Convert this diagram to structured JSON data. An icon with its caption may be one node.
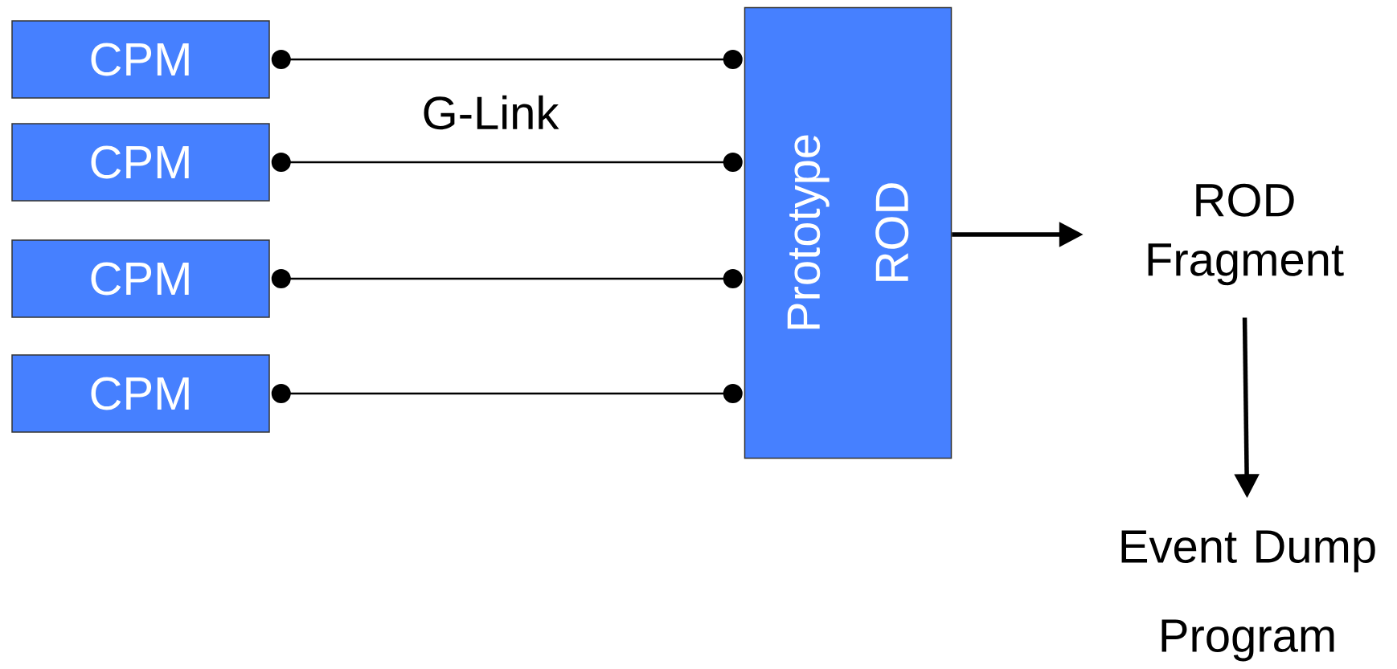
{
  "diagram": {
    "nodes": [
      {
        "text": [
          "CPM"
        ]
      },
      {
        "text": [
          "CPM"
        ]
      },
      {
        "text": [
          "CPM"
        ]
      },
      {
        "text": [
          "CPM"
        ]
      },
      {
        "text": [
          "Prototype ROD"
        ]
      },
      {
        "text": [
          "ROD Fragment"
        ]
      },
      {
        "text": [
          "Event Dump Program"
        ]
      }
    ],
    "edges": [
      {
        "from": 0,
        "to": 4,
        "arrow": "other"
      },
      {
        "from": 1,
        "to": 4,
        "arrow": "other"
      },
      {
        "from": 2,
        "to": 4,
        "arrow": "other"
      },
      {
        "from": 3,
        "to": 4,
        "arrow": "other"
      },
      {
        "from": 4,
        "to": 5,
        "arrow": "to",
        "style": "thick"
      },
      {
        "from": 5,
        "to": 6,
        "arrow": "to",
        "style": "thick"
      }
    ],
    "labels": [
      "G-Link"
    ]
  }
}
